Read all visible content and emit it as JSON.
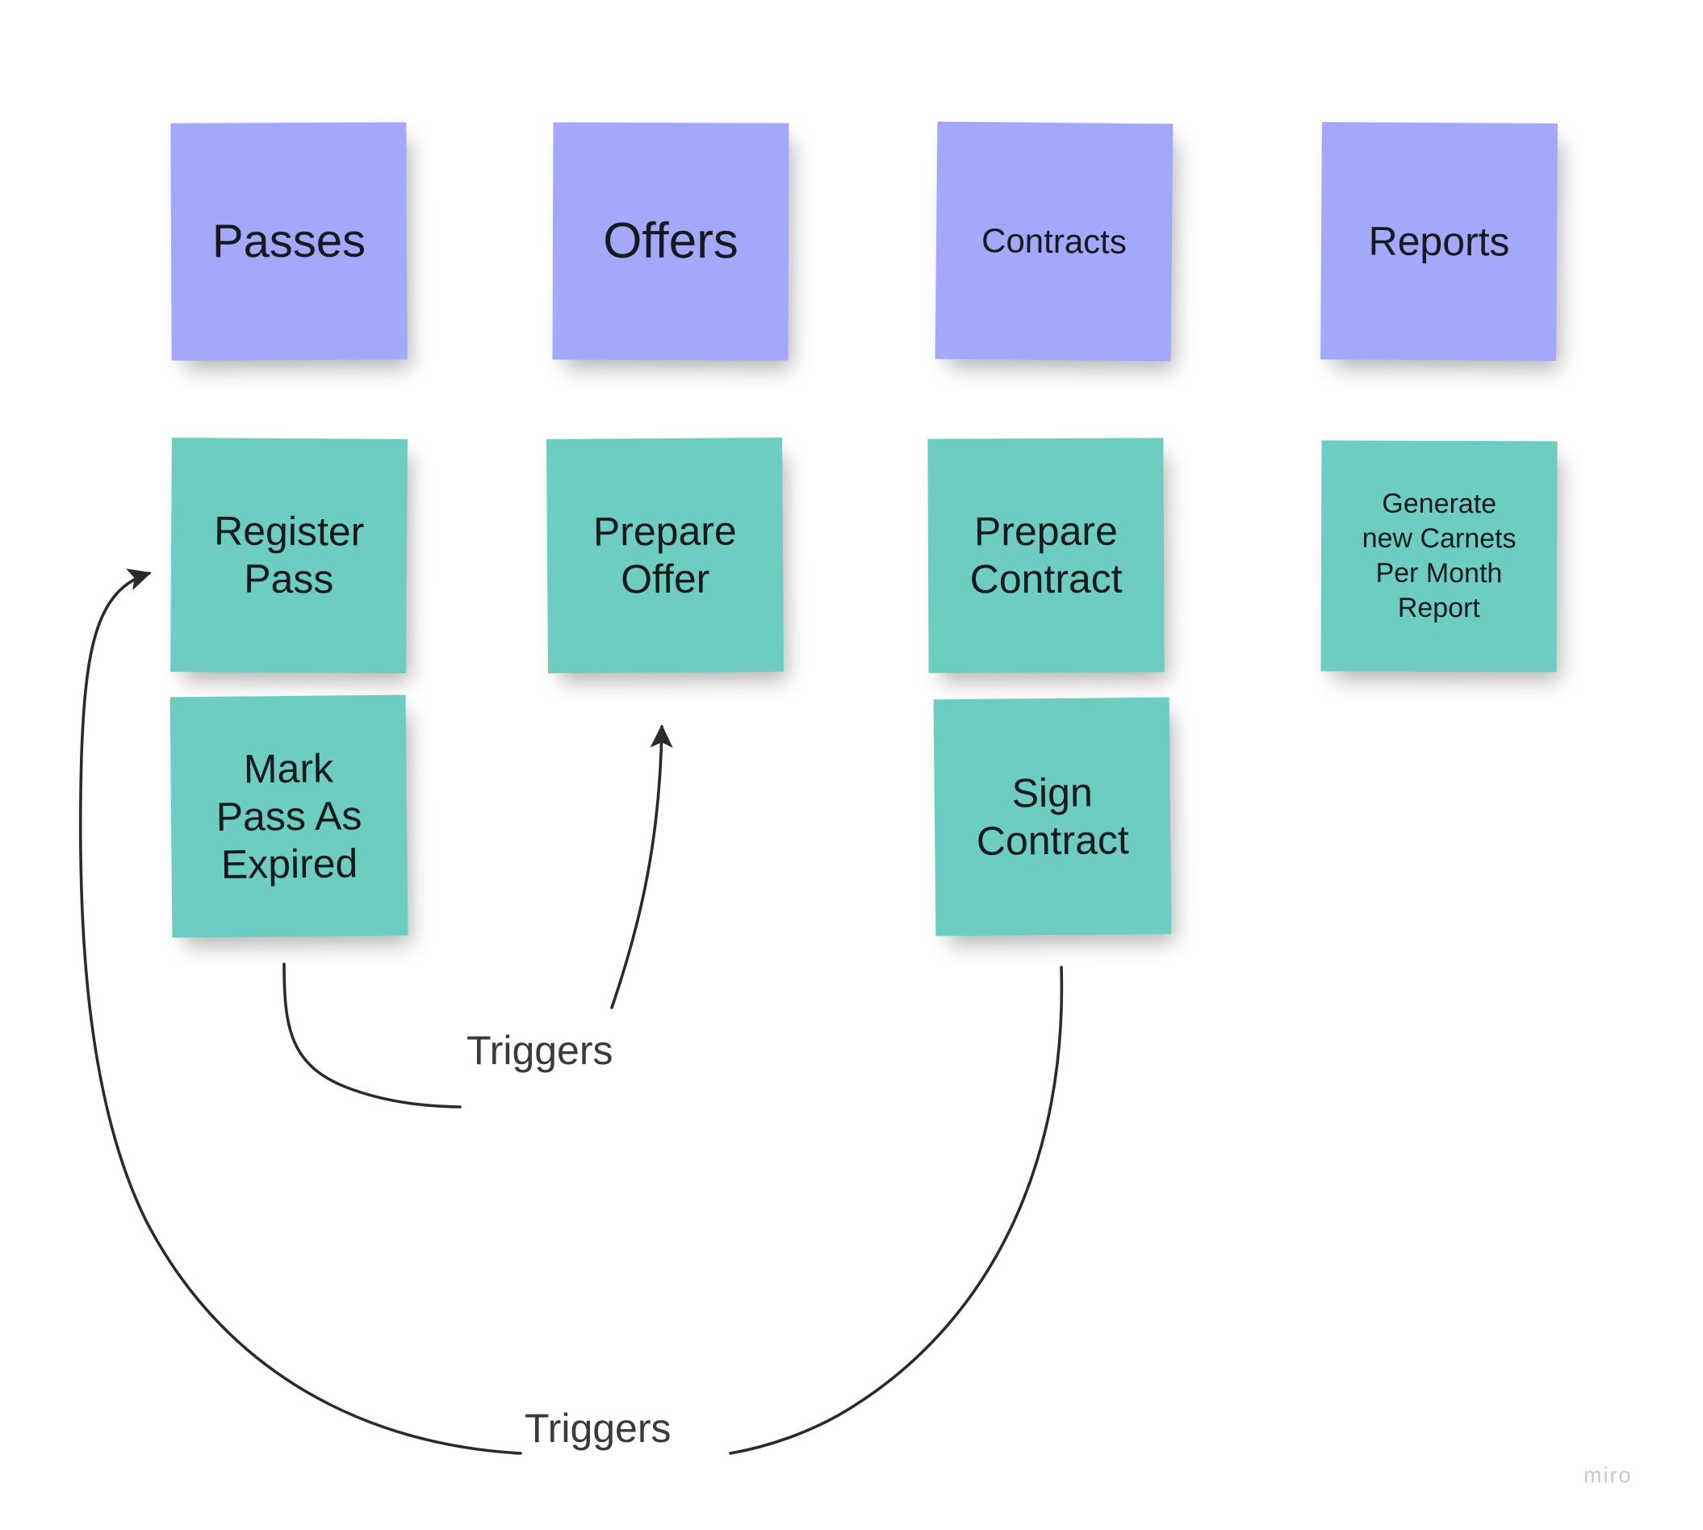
{
  "board": {
    "background_color": "#ffffff",
    "watermark": "miro"
  },
  "colors": {
    "category_note": "#a4a8fb",
    "action_note": "#6dcdc0",
    "note_text": "#16191d",
    "connector": "#2b2b2b",
    "edge_label": "#3a3a3a",
    "watermark": "#c7c7d1"
  },
  "columns": [
    {
      "header": "Passes",
      "header_font_size": 58,
      "notes": [
        {
          "label": "Register\nPass",
          "font_size": 50
        },
        {
          "label": "Mark\nPass As\nExpired",
          "font_size": 50
        }
      ]
    },
    {
      "header": "Offers",
      "header_font_size": 62,
      "notes": [
        {
          "label": "Prepare\nOffer",
          "font_size": 50
        }
      ]
    },
    {
      "header": "Contracts",
      "header_font_size": 42,
      "notes": [
        {
          "label": "Prepare\nContract",
          "font_size": 50
        },
        {
          "label": "Sign\nContract",
          "font_size": 50
        }
      ]
    },
    {
      "header": "Reports",
      "header_font_size": 50,
      "notes": [
        {
          "label": "Generate\nnew Carnets\nPer Month\nReport",
          "font_size": 34
        }
      ]
    }
  ],
  "connectors": [
    {
      "name": "mark-pass-expired-triggers-prepare-offer",
      "label": "Triggers",
      "from": "Mark Pass As Expired",
      "to": "Prepare Offer",
      "label_font_size": 50
    },
    {
      "name": "sign-contract-triggers-register-pass",
      "label": "Triggers",
      "from": "Sign Contract",
      "to": "Register Pass",
      "label_font_size": 50
    }
  ]
}
